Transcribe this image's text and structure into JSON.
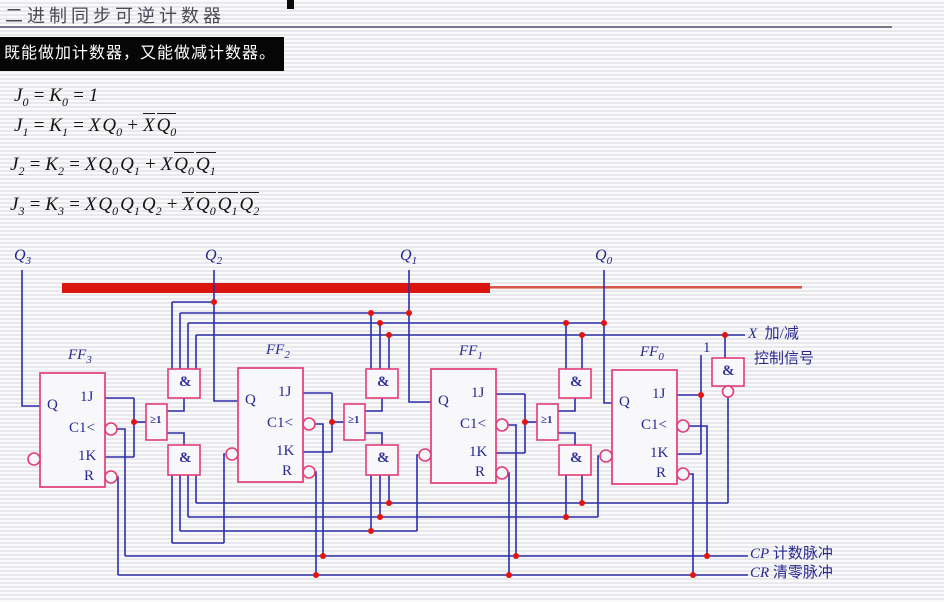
{
  "title": "二进制同步可逆计数器",
  "highlight": "既能做加计数器，又能做减计数器。",
  "formulas": [
    [
      {
        "t": "J",
        "sub": "0"
      },
      {
        "t": "=",
        "op": true
      },
      {
        "t": "K",
        "sub": "0"
      },
      {
        "t": "=",
        "op": true
      },
      {
        "t": "1"
      }
    ],
    [
      {
        "t": "J",
        "sub": "1"
      },
      {
        "t": "=",
        "op": true
      },
      {
        "t": "K",
        "sub": "1"
      },
      {
        "t": "=",
        "op": true
      },
      {
        "t": "X"
      },
      {
        "t": "Q",
        "sub": "0"
      },
      {
        "t": "+",
        "op": true
      },
      {
        "t": "X",
        "bar": true
      },
      {
        "t": "Q",
        "sub": "0",
        "bar": true
      }
    ],
    [
      {
        "t": "J",
        "sub": "2"
      },
      {
        "t": "=",
        "op": true
      },
      {
        "t": "K",
        "sub": "2"
      },
      {
        "t": "=",
        "op": true
      },
      {
        "t": "X"
      },
      {
        "t": "Q",
        "sub": "0"
      },
      {
        "t": "Q",
        "sub": "1"
      },
      {
        "t": "+",
        "op": true
      },
      {
        "t": "X"
      },
      {
        "t": "Q",
        "sub": "0",
        "bar": true
      },
      {
        "t": "Q",
        "sub": "1",
        "bar": true
      }
    ],
    [
      {
        "t": "J",
        "sub": "3"
      },
      {
        "t": "=",
        "op": true
      },
      {
        "t": "K",
        "sub": "3"
      },
      {
        "t": "=",
        "op": true
      },
      {
        "t": "X"
      },
      {
        "t": "Q",
        "sub": "0"
      },
      {
        "t": "Q",
        "sub": "1"
      },
      {
        "t": "Q",
        "sub": "2"
      },
      {
        "t": "+",
        "op": true
      },
      {
        "t": "X",
        "bar": true
      },
      {
        "t": "Q",
        "sub": "0",
        "bar": true
      },
      {
        "t": "Q",
        "sub": "1",
        "bar": true
      },
      {
        "t": "Q",
        "sub": "2",
        "bar": true
      }
    ]
  ],
  "circuit": {
    "outputs": [
      {
        "base": "Q",
        "sub": "3"
      },
      {
        "base": "Q",
        "sub": "2"
      },
      {
        "base": "Q",
        "sub": "1"
      },
      {
        "base": "Q",
        "sub": "0"
      }
    ],
    "flipflops": [
      {
        "base": "FF",
        "sub": "3"
      },
      {
        "base": "FF",
        "sub": "2"
      },
      {
        "base": "FF",
        "sub": "1"
      },
      {
        "base": "FF",
        "sub": "0"
      }
    ],
    "pins": {
      "q": "Q",
      "j": "1J",
      "clk": "C1<",
      "k": "1K",
      "r": "R"
    },
    "gates": {
      "and": "&",
      "or": "≥1"
    },
    "const_one": "1",
    "x_signal": {
      "sym": "X",
      "label": "加/减",
      "label2": "控制信号"
    },
    "cp": {
      "sym": "CP",
      "label": "计数脉冲"
    },
    "cr": {
      "sym": "CR",
      "label": "清零脉冲"
    },
    "colors": {
      "wire": "#2d2da8",
      "gate": "#e13d78",
      "dot": "#e51212",
      "bar": "#da140e",
      "bar_thin": "#d4574d",
      "label": "#28288f"
    }
  }
}
